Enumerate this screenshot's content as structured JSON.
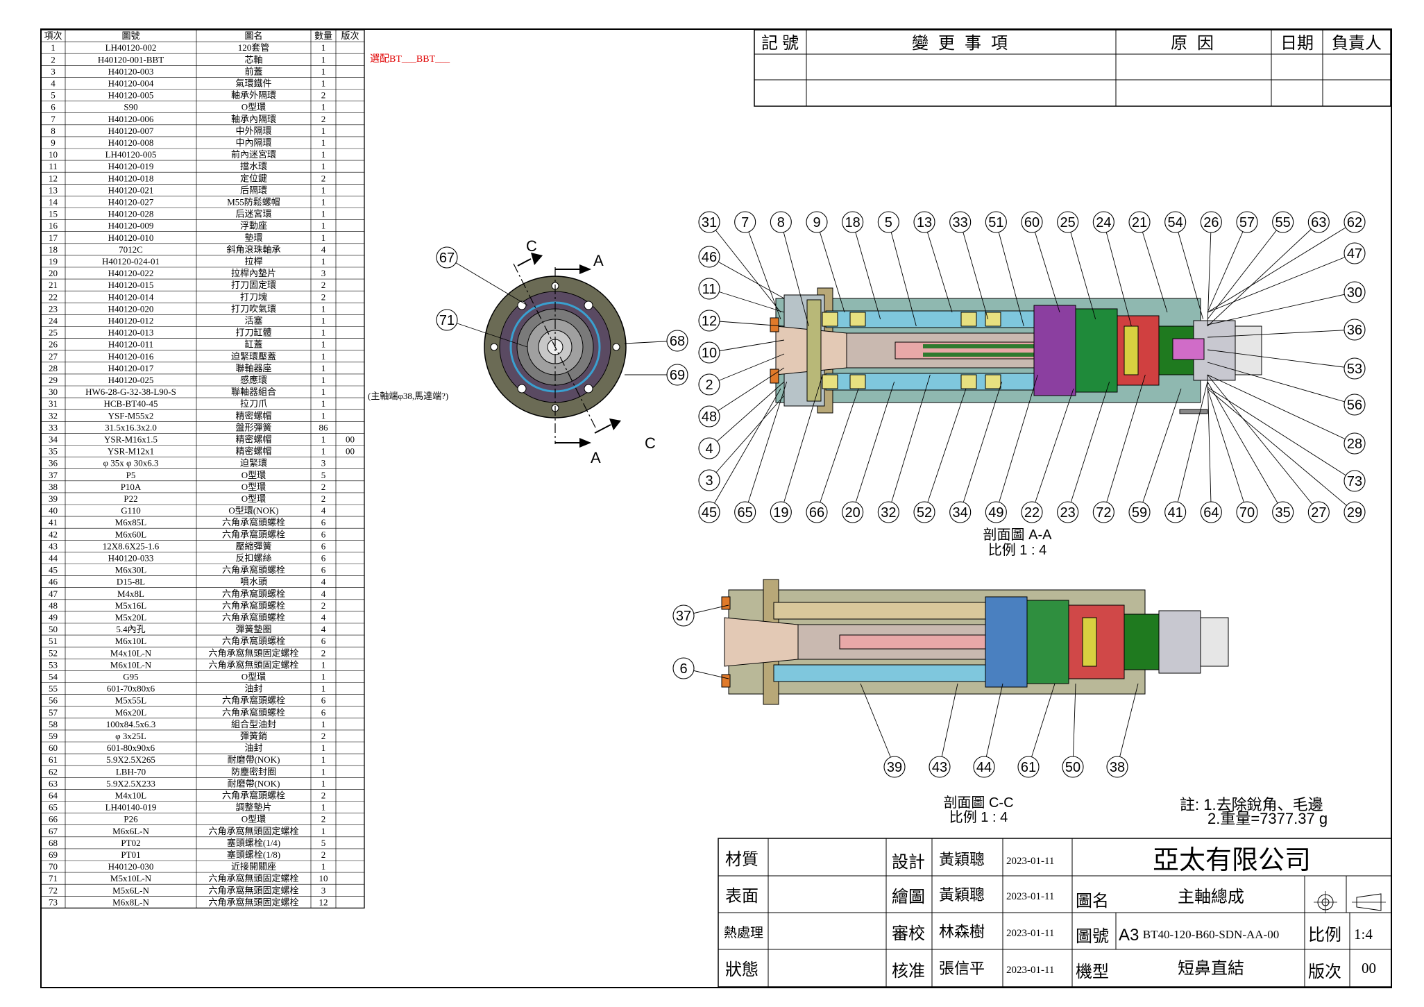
{
  "bom": {
    "headers": [
      "項次",
      "圖號",
      "圖名",
      "數量",
      "版次"
    ],
    "rows": [
      [
        "1",
        "LH40120-002",
        "120套管",
        "1",
        ""
      ],
      [
        "2",
        "H40120-001-BBT",
        "芯軸",
        "1",
        ""
      ],
      [
        "3",
        "H40120-003",
        "前蓋",
        "1",
        ""
      ],
      [
        "4",
        "H40120-004",
        "氣環鐵件",
        "1",
        ""
      ],
      [
        "5",
        "H40120-005",
        "軸承外隔環",
        "2",
        ""
      ],
      [
        "6",
        "S90",
        "O型環",
        "1",
        ""
      ],
      [
        "7",
        "H40120-006",
        "軸承內隔環",
        "2",
        ""
      ],
      [
        "8",
        "H40120-007",
        "中外隔環",
        "1",
        ""
      ],
      [
        "9",
        "H40120-008",
        "中內隔環",
        "1",
        ""
      ],
      [
        "10",
        "LH40120-005",
        "前內迷宮環",
        "1",
        ""
      ],
      [
        "11",
        "H40120-019",
        "擋水環",
        "1",
        ""
      ],
      [
        "12",
        "H40120-018",
        "定位鍵",
        "2",
        ""
      ],
      [
        "13",
        "H40120-021",
        "后隔環",
        "1",
        ""
      ],
      [
        "14",
        "H40120-027",
        "M55防鬆螺帽",
        "1",
        ""
      ],
      [
        "15",
        "H40120-028",
        "后迷宮環",
        "1",
        ""
      ],
      [
        "16",
        "H40120-009",
        "浮動座",
        "1",
        ""
      ],
      [
        "17",
        "H40120-010",
        "墊環",
        "1",
        ""
      ],
      [
        "18",
        "7012C",
        "斜角滾珠軸承",
        "4",
        ""
      ],
      [
        "19",
        "H40120-024-01",
        "拉桿",
        "1",
        ""
      ],
      [
        "20",
        "H40120-022",
        "拉桿內墊片",
        "3",
        ""
      ],
      [
        "21",
        "H40120-015",
        "打刀固定環",
        "2",
        ""
      ],
      [
        "22",
        "H40120-014",
        "打刀塊",
        "2",
        ""
      ],
      [
        "23",
        "H40120-020",
        "打刀吹氣環",
        "1",
        ""
      ],
      [
        "24",
        "H40120-012",
        "活塞",
        "1",
        ""
      ],
      [
        "25",
        "H40120-013",
        "打刀缸體",
        "1",
        ""
      ],
      [
        "26",
        "H40120-011",
        "缸蓋",
        "1",
        ""
      ],
      [
        "27",
        "H40120-016",
        "迫緊環壓蓋",
        "1",
        ""
      ],
      [
        "28",
        "H40120-017",
        "聯軸器座",
        "1",
        ""
      ],
      [
        "29",
        "H40120-025",
        "感應環",
        "1",
        ""
      ],
      [
        "30",
        "HW6-28-G-32-38-L90-S",
        "聯軸器組合",
        "1",
        ""
      ],
      [
        "31",
        "HCB-BT40-45",
        "拉刀爪",
        "1",
        ""
      ],
      [
        "32",
        "YSF-M55x2",
        "精密螺帽",
        "1",
        ""
      ],
      [
        "33",
        "31.5x16.3x2.0",
        "盤形彈簧",
        "86",
        ""
      ],
      [
        "34",
        "YSR-M16x1.5",
        "精密螺帽",
        "1",
        "00"
      ],
      [
        "35",
        "YSR-M12x1",
        "精密螺帽",
        "1",
        "00"
      ],
      [
        "36",
        "φ 35x φ 30x6.3",
        "迫緊環",
        "3",
        ""
      ],
      [
        "37",
        "P5",
        "O型環",
        "5",
        ""
      ],
      [
        "38",
        "P10A",
        "O型環",
        "2",
        ""
      ],
      [
        "39",
        "P22",
        "O型環",
        "2",
        ""
      ],
      [
        "40",
        "G110",
        "O型環(NOK)",
        "4",
        ""
      ],
      [
        "41",
        "M6x85L",
        "六角承窩頭螺栓",
        "6",
        ""
      ],
      [
        "42",
        "M6x60L",
        "六角承窩頭螺栓",
        "6",
        ""
      ],
      [
        "43",
        "12X8.6X25-1.6",
        "壓縮彈簧",
        "6",
        ""
      ],
      [
        "44",
        "H40120-033",
        "反扣螺絲",
        "6",
        ""
      ],
      [
        "45",
        "M6x30L",
        "六角承窩頭螺栓",
        "6",
        ""
      ],
      [
        "46",
        "D15-8L",
        "噴水頭",
        "4",
        ""
      ],
      [
        "47",
        "M4x8L",
        "六角承窩頭螺栓",
        "4",
        ""
      ],
      [
        "48",
        "M5x16L",
        "六角承窩頭螺栓",
        "2",
        ""
      ],
      [
        "49",
        "M5x20L",
        "六角承窩頭螺栓",
        "4",
        ""
      ],
      [
        "50",
        "5.4內孔",
        "彈簧墊圈",
        "4",
        ""
      ],
      [
        "51",
        "M6x10L",
        "六角承窩頭螺栓",
        "6",
        ""
      ],
      [
        "52",
        "M4x10L-N",
        "六角承窩無頭固定螺栓",
        "2",
        ""
      ],
      [
        "53",
        "M6x10L-N",
        "六角承窩無頭固定螺栓",
        "1",
        ""
      ],
      [
        "54",
        "G95",
        "O型環",
        "1",
        ""
      ],
      [
        "55",
        "601-70x80x6",
        "油封",
        "1",
        ""
      ],
      [
        "56",
        "M5x55L",
        "六角承窩頭螺栓",
        "6",
        ""
      ],
      [
        "57",
        "M6x20L",
        "六角承窩頭螺栓",
        "6",
        ""
      ],
      [
        "58",
        "100x84.5x6.3",
        "組合型油封",
        "1",
        ""
      ],
      [
        "59",
        "φ 3x25L",
        "彈簧銷",
        "2",
        ""
      ],
      [
        "60",
        "601-80x90x6",
        "油封",
        "1",
        ""
      ],
      [
        "61",
        "5.9X2.5X265",
        "耐磨帶(NOK)",
        "1",
        ""
      ],
      [
        "62",
        "LBH-70",
        "防塵密封圈",
        "1",
        ""
      ],
      [
        "63",
        "5.9X2.5X233",
        "耐磨帶(NOK)",
        "1",
        ""
      ],
      [
        "64",
        "M4x10L",
        "六角承窩頭螺栓",
        "2",
        ""
      ],
      [
        "65",
        "LH40140-019",
        "調整墊片",
        "1",
        ""
      ],
      [
        "66",
        "P26",
        "O型環",
        "2",
        ""
      ],
      [
        "67",
        "M6x6L-N",
        "六角承窩無頭固定螺栓",
        "1",
        ""
      ],
      [
        "68",
        "PT02",
        "塞頭螺栓(1/4)",
        "5",
        ""
      ],
      [
        "69",
        "PT01",
        "塞頭螺栓(1/8)",
        "2",
        ""
      ],
      [
        "70",
        "H40120-030",
        "近接開關座",
        "1",
        ""
      ],
      [
        "71",
        "M5x10L-N",
        "六角承窩無頭固定螺栓",
        "10",
        ""
      ],
      [
        "72",
        "M5x6L-N",
        "六角承窩無頭固定螺栓",
        "3",
        ""
      ],
      [
        "73",
        "M6x8L-N",
        "六角承窩無頭固定螺栓",
        "12",
        ""
      ]
    ]
  },
  "bom_notes": {
    "row2": "選配BT___BBT___",
    "row30": "(主軸端φ38,馬達端?)"
  },
  "revision_table": {
    "headers": [
      "記 號",
      "變 更 事 項",
      "原 因",
      "日期",
      "負責人"
    ]
  },
  "views": {
    "section_aa_title": "剖面圖 A-A",
    "section_aa_scale": "比例 1 : 4",
    "section_cc_title": "剖面圖 C-C",
    "section_cc_scale": "比例 1 : 4",
    "cut_a": "A",
    "cut_c": "C"
  },
  "notes": {
    "line1": "註: 1.去除銳角、毛邊",
    "line2": "2.重量=7377.37 g"
  },
  "balloons": {
    "aa_top": [
      "31",
      "7",
      "8",
      "9",
      "18",
      "5",
      "13",
      "33",
      "51",
      "60",
      "25",
      "24",
      "21",
      "54",
      "26",
      "57",
      "55",
      "63",
      "62"
    ],
    "aa_bottom": [
      "45",
      "65",
      "19",
      "66",
      "20",
      "32",
      "52",
      "34",
      "49",
      "22",
      "23",
      "72",
      "59",
      "41",
      "64",
      "70",
      "35",
      "27",
      "29"
    ],
    "aa_left": [
      "46",
      "11",
      "12",
      "10",
      "2",
      "48",
      "4",
      "3"
    ],
    "aa_right": [
      "47",
      "30",
      "36",
      "53",
      "56",
      "28",
      "73"
    ],
    "front_view": [
      "67",
      "71",
      "68",
      "69"
    ],
    "cc_left": [
      "37",
      "6"
    ],
    "cc_bottom": [
      "39",
      "43",
      "44",
      "61",
      "50",
      "38"
    ]
  },
  "title_block": {
    "material_label": "材質",
    "surface_label": "表面",
    "heat_label": "熱處理",
    "status_label": "狀態",
    "design_label": "設計",
    "design_name": "黃穎聰",
    "design_date": "2023-01-11",
    "draw_label": "繪圖",
    "draw_name": "黃穎聰",
    "draw_date": "2023-01-11",
    "check_label": "審校",
    "check_name": "林森樹",
    "check_date": "2023-01-11",
    "approve_label": "核准",
    "approve_name": "張信平",
    "approve_date": "2023-01-11",
    "company": "亞太有限公司",
    "drawing_name_label": "圖名",
    "drawing_name": "主軸總成",
    "drawing_no_label": "圖號",
    "sheet_size": "A3",
    "drawing_no": "BT40-120-B60-SDN-AA-00",
    "scale_label": "比例",
    "scale": "1:4",
    "model_label": "機型",
    "model": "短鼻直結",
    "revision_label": "版次",
    "revision": "00"
  }
}
